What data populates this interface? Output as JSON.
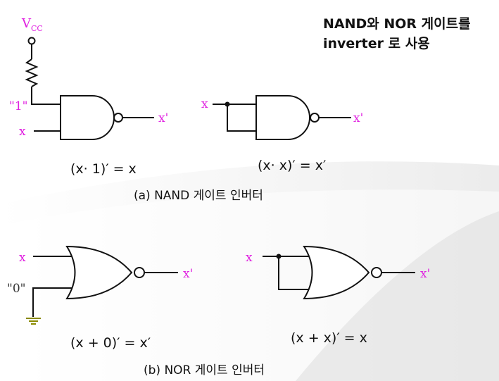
{
  "title_line1": "NAND와 NOR 게이트를",
  "title_line2": "inverter 로 사용",
  "colors": {
    "signal": "#e020e0",
    "wire": "#111111",
    "ground": "#8a8a00"
  },
  "nand_section": {
    "vcc": "V",
    "vcc_sub": "CC",
    "one_label": "\"1\"",
    "left_input_x": "x",
    "left_output": "x'",
    "left_equation": "(x· 1)′ = x",
    "right_input": "x",
    "right_output": "x'",
    "right_equation": "(x· x)′ =  x′",
    "caption": "(a) NAND 게이트 인버터"
  },
  "nor_section": {
    "left_input_x": "x",
    "zero_label": "\"0\"",
    "left_output": "x'",
    "left_equation": "(x + 0)′ = x′",
    "right_input": "x",
    "right_output": "x'",
    "right_equation": "(x + x)′ = x",
    "caption": "(b) NOR 게이트 인버터"
  }
}
